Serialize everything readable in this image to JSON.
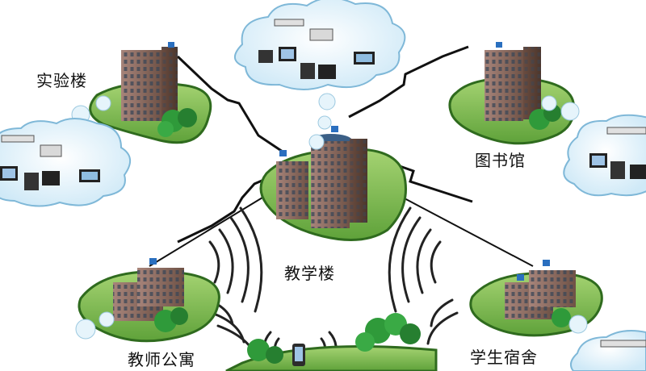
{
  "labels": {
    "lab_building": "实验楼",
    "library": "图书馆",
    "teaching_building": "教学楼",
    "faculty_apartment": "教师公寓",
    "student_dorm": "学生宿舍"
  },
  "colors": {
    "lawn": "#7dbb4a",
    "lawn_edge": "#2f6b1e",
    "lawn_light": "#a9d77c",
    "facade": "#8c6a5c",
    "facade_dark": "#5e4538",
    "window": "#2c3a4a",
    "tree": "#2f9a3a",
    "tree_dark": "#1f6e2a",
    "cloud": "#dff1fb",
    "cloud_edge": "#7fb8d8",
    "link": "#111111",
    "wave": "#222222"
  },
  "icons": [
    "wireless-bolt-icon",
    "access-point-icon",
    "router-icon",
    "server-icon",
    "laptop-icon",
    "phone-icon"
  ]
}
